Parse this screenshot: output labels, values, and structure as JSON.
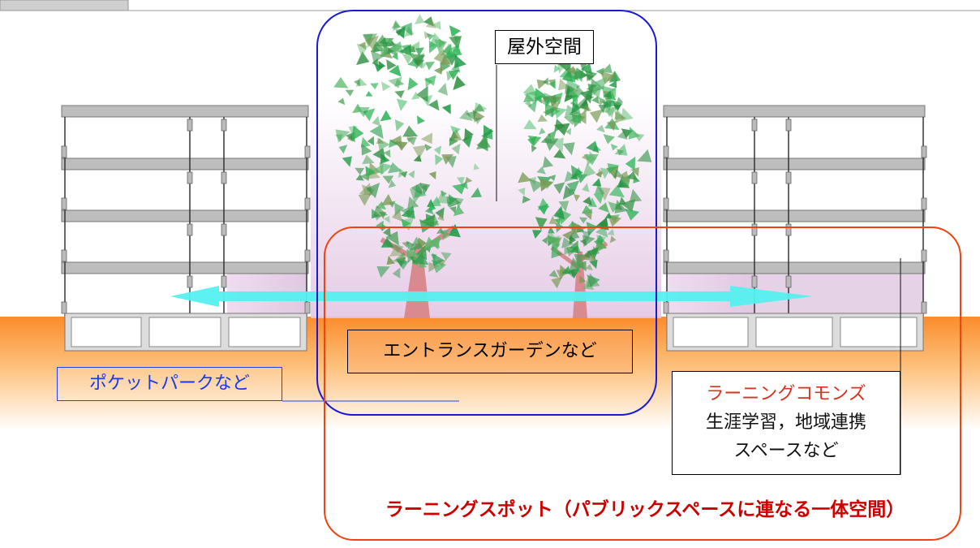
{
  "labels": {
    "outdoor_space": "屋外空間",
    "entrance_garden": "エントランスガーデンなど",
    "pocket_park": "ポケットパークなど",
    "learning_commons_title": "ラーニングコモンズ",
    "learning_commons_line1": "生涯学習，地域連携",
    "learning_commons_line2": "スペースなど",
    "learning_spot": "ラーニングスポット（パブリックスペースに連なる一体空間）"
  },
  "colors": {
    "outdoor_frame": "#1a1ad6",
    "learning_spot_frame": "#ee4411",
    "arrow": "#55f0f0",
    "ground": "#fb8c2c",
    "pocket_park_text": "#1a3ae8",
    "commons_title_text": "#d63320",
    "spot_text": "#cc0000",
    "foliage": "#27a64a",
    "trunk": "#d98a8f",
    "interior_tint": "#e3cbe3"
  }
}
